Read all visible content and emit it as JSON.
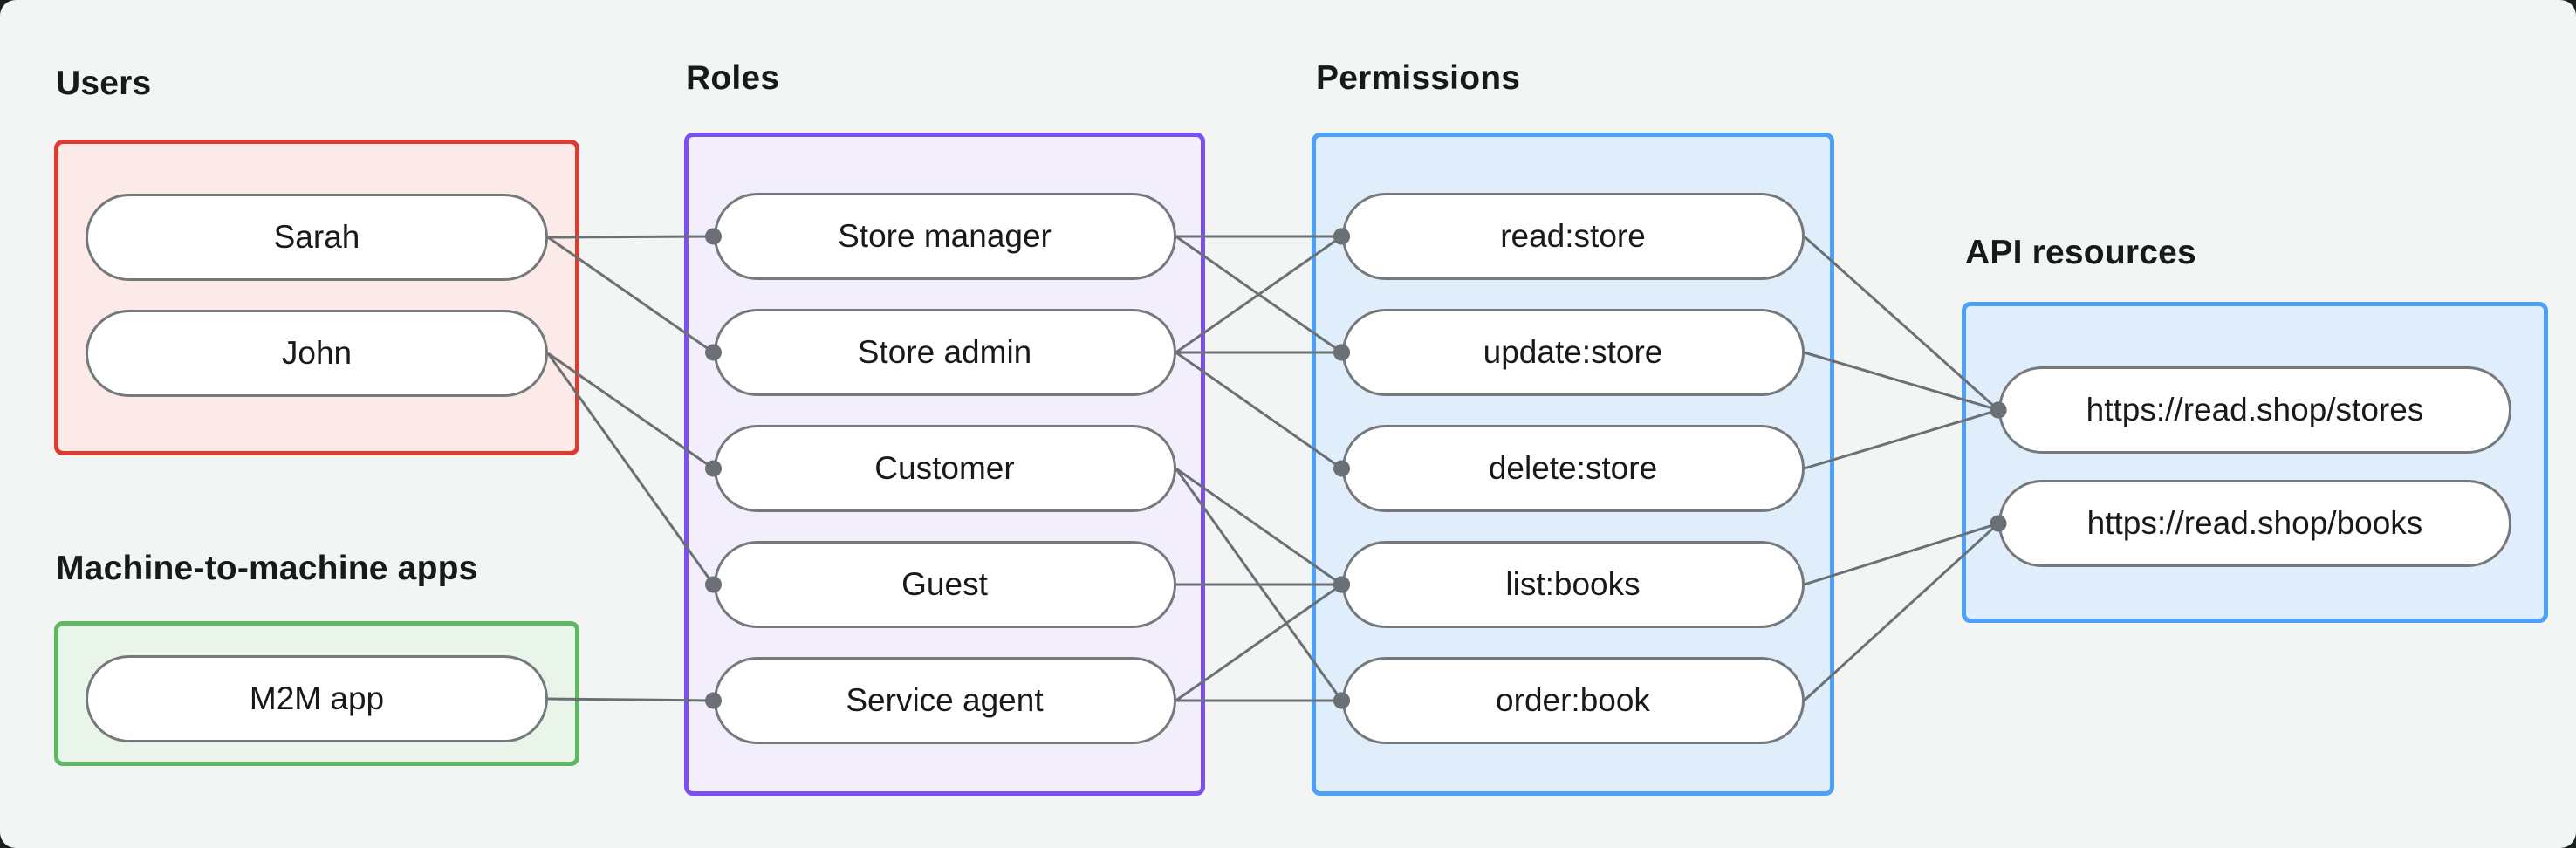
{
  "page": {
    "outside_bg": "#18211d",
    "card_bg": "#f3f5f4",
    "text_color": "#17191b",
    "pill_bg": "#ffffff",
    "pill_border": "#75797c",
    "edge_color": "#6b7074"
  },
  "groups": [
    {
      "id": "users",
      "label": "Users",
      "accent": "#dc3b31",
      "fill": "#fbeae7",
      "nodes": [
        {
          "id": "sarah",
          "label": "Sarah"
        },
        {
          "id": "john",
          "label": "John"
        }
      ]
    },
    {
      "id": "m2m",
      "label": "Machine-to-machine apps",
      "accent": "#5fb763",
      "fill": "#e9f5e8",
      "nodes": [
        {
          "id": "m2m-app",
          "label": "M2M app"
        }
      ]
    },
    {
      "id": "roles",
      "label": "Roles",
      "accent": "#7c4ff5",
      "fill": "#f3eefc",
      "nodes": [
        {
          "id": "store-manager",
          "label": "Store manager"
        },
        {
          "id": "store-admin",
          "label": "Store admin"
        },
        {
          "id": "customer",
          "label": "Customer"
        },
        {
          "id": "guest",
          "label": "Guest"
        },
        {
          "id": "service-agent",
          "label": "Service agent"
        }
      ]
    },
    {
      "id": "permissions",
      "label": "Permissions",
      "accent": "#4d9ff7",
      "fill": "#e0eefb",
      "nodes": [
        {
          "id": "read-store",
          "label": "read:store"
        },
        {
          "id": "update-store",
          "label": "update:store"
        },
        {
          "id": "delete-store",
          "label": "delete:store"
        },
        {
          "id": "list-books",
          "label": "list:books"
        },
        {
          "id": "order-book",
          "label": "order:book"
        }
      ]
    },
    {
      "id": "api",
      "label": "API resources",
      "accent": "#4d9ff7",
      "fill": "#e0eefb",
      "nodes": [
        {
          "id": "stores",
          "label": "https://read.shop/stores"
        },
        {
          "id": "books",
          "label": "https://read.shop/books"
        }
      ]
    }
  ],
  "edges": [
    [
      "sarah",
      "store-manager"
    ],
    [
      "sarah",
      "store-admin"
    ],
    [
      "john",
      "customer"
    ],
    [
      "john",
      "guest"
    ],
    [
      "m2m-app",
      "service-agent"
    ],
    [
      "store-manager",
      "read-store"
    ],
    [
      "store-manager",
      "update-store"
    ],
    [
      "store-admin",
      "read-store"
    ],
    [
      "store-admin",
      "update-store"
    ],
    [
      "store-admin",
      "delete-store"
    ],
    [
      "customer",
      "list-books"
    ],
    [
      "customer",
      "order-book"
    ],
    [
      "guest",
      "list-books"
    ],
    [
      "service-agent",
      "list-books"
    ],
    [
      "service-agent",
      "order-book"
    ],
    [
      "read-store",
      "stores"
    ],
    [
      "update-store",
      "stores"
    ],
    [
      "delete-store",
      "stores"
    ],
    [
      "list-books",
      "books"
    ],
    [
      "order-book",
      "books"
    ]
  ],
  "edge_style": {
    "width": 3,
    "dot_radius": 9.5
  }
}
